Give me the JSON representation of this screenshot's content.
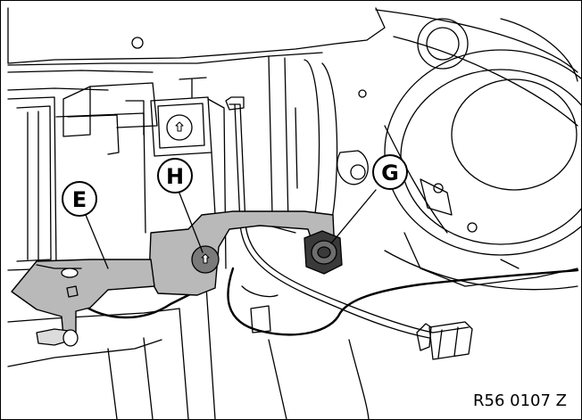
{
  "callouts": {
    "E": "E",
    "H": "H",
    "G": "G"
  },
  "reference_code": "R56 0107 Z",
  "colors": {
    "line": "#000000",
    "bracket_fill": "#b9b9b9",
    "background": "#ffffff"
  }
}
